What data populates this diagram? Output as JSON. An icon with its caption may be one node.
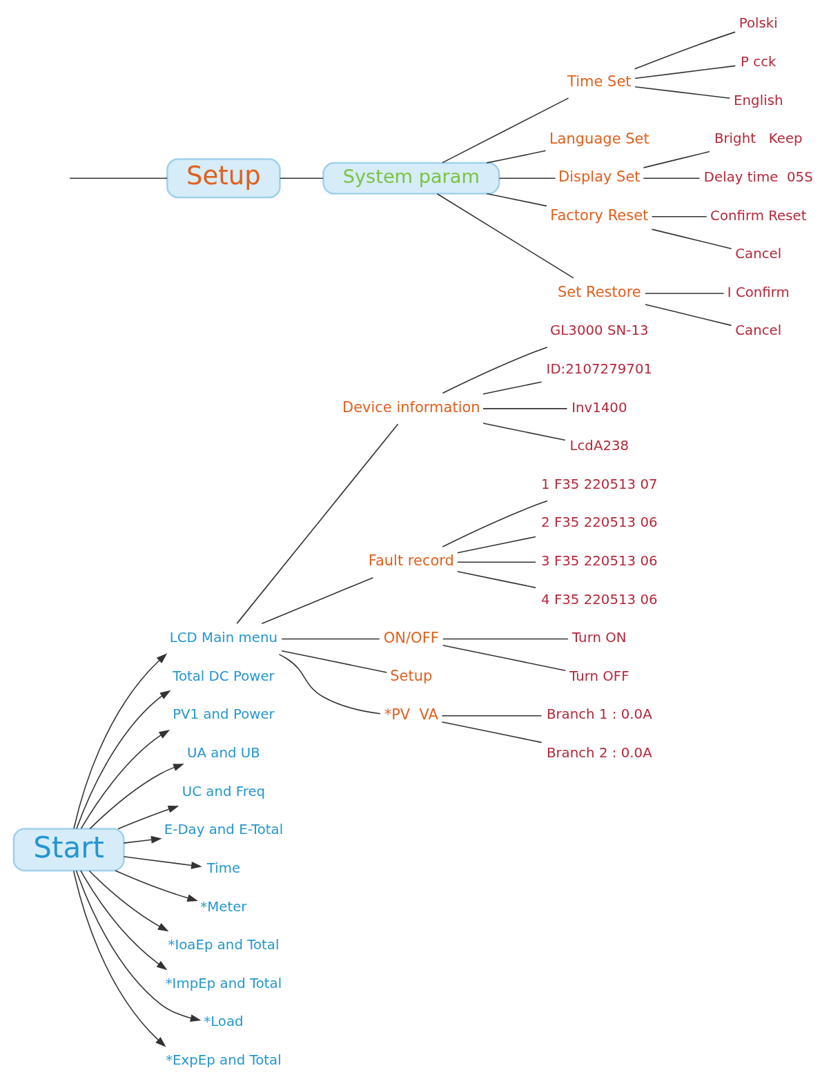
{
  "diagram": {
    "nodes": [
      {
        "text": [
          "Start"
        ]
      },
      {
        "text": [
          "LCD Main menu"
        ]
      },
      {
        "text": [
          "Total DC Power"
        ]
      },
      {
        "text": [
          "PV1 and Power"
        ]
      },
      {
        "text": [
          "UA and UB"
        ]
      },
      {
        "text": [
          "UC and Freq"
        ]
      },
      {
        "text": [
          "E-Day and E-Total"
        ]
      },
      {
        "text": [
          "Time"
        ]
      },
      {
        "text": [
          "*Meter"
        ]
      },
      {
        "text": [
          "*IoaEp and Total"
        ]
      },
      {
        "text": [
          "*ImpEp and Total"
        ]
      },
      {
        "text": [
          "*Load"
        ]
      },
      {
        "text": [
          "*ExpEp and Total"
        ]
      },
      {
        "text": [
          "Device information"
        ]
      },
      {
        "text": [
          "GL3000 SN-13"
        ]
      },
      {
        "text": [
          "ID:2107279701"
        ]
      },
      {
        "text": [
          "Inv1400"
        ]
      },
      {
        "text": [
          "LcdA238"
        ]
      },
      {
        "text": [
          "Fault record"
        ]
      },
      {
        "text": [
          "1 F35 220513 07"
        ]
      },
      {
        "text": [
          "2 F35 220513 06"
        ]
      },
      {
        "text": [
          "3 F35 220513 06"
        ]
      },
      {
        "text": [
          "4 F35 220513 06"
        ]
      },
      {
        "text": [
          "ON/OFF"
        ]
      },
      {
        "text": [
          "Turn ON"
        ]
      },
      {
        "text": [
          "Turn OFF"
        ]
      },
      {
        "text": [
          "Setup"
        ]
      },
      {
        "text": [
          "*PV  VA"
        ]
      },
      {
        "text": [
          "Branch 1 : 0.0A"
        ]
      },
      {
        "text": [
          "Branch 2 : 0.0A"
        ]
      },
      {
        "text": [
          "Setup"
        ]
      },
      {
        "text": [
          "System param"
        ]
      },
      {
        "text": [
          "Time Set"
        ]
      },
      {
        "text": [
          "Polski"
        ]
      },
      {
        "text": [
          "P cck"
        ]
      },
      {
        "text": [
          "English"
        ]
      },
      {
        "text": [
          "Language Set"
        ]
      },
      {
        "text": [
          "Display Set"
        ]
      },
      {
        "text": [
          "Bright   Keep"
        ]
      },
      {
        "text": [
          "Delay time  05S"
        ]
      },
      {
        "text": [
          "Factory Reset"
        ]
      },
      {
        "text": [
          "Confirm Reset"
        ]
      },
      {
        "text": [
          "Cancel"
        ]
      },
      {
        "text": [
          "Set Restore"
        ]
      },
      {
        "text": [
          "I Confirm"
        ]
      },
      {
        "text": [
          "Cancel"
        ]
      }
    ],
    "edges": [
      {
        "from": 0,
        "to": 1,
        "arrow": "to"
      },
      {
        "from": 0,
        "to": 2,
        "arrow": "to"
      },
      {
        "from": 0,
        "to": 3,
        "arrow": "to"
      },
      {
        "from": 0,
        "to": 4,
        "arrow": "to"
      },
      {
        "from": 0,
        "to": 5,
        "arrow": "to"
      },
      {
        "from": 0,
        "to": 6,
        "arrow": "to"
      },
      {
        "from": 0,
        "to": 7,
        "arrow": "to"
      },
      {
        "from": 0,
        "to": 8,
        "arrow": "to"
      },
      {
        "from": 0,
        "to": 9,
        "arrow": "to"
      },
      {
        "from": 0,
        "to": 10,
        "arrow": "to"
      },
      {
        "from": 0,
        "to": 11,
        "arrow": "to"
      },
      {
        "from": 0,
        "to": 12,
        "arrow": "to"
      },
      {
        "from": 1,
        "to": 13,
        "arrow": "none"
      },
      {
        "from": 1,
        "to": 18,
        "arrow": "none"
      },
      {
        "from": 1,
        "to": 23,
        "arrow": "none"
      },
      {
        "from": 1,
        "to": 26,
        "arrow": "none"
      },
      {
        "from": 1,
        "to": 27,
        "arrow": "none"
      },
      {
        "from": 13,
        "to": 14,
        "arrow": "none"
      },
      {
        "from": 13,
        "to": 15,
        "arrow": "none"
      },
      {
        "from": 13,
        "to": 16,
        "arrow": "none"
      },
      {
        "from": 13,
        "to": 17,
        "arrow": "none"
      },
      {
        "from": 18,
        "to": 19,
        "arrow": "none"
      },
      {
        "from": 18,
        "to": 20,
        "arrow": "none"
      },
      {
        "from": 18,
        "to": 21,
        "arrow": "none"
      },
      {
        "from": 18,
        "to": 22,
        "arrow": "none"
      },
      {
        "from": 23,
        "to": 24,
        "arrow": "none"
      },
      {
        "from": 23,
        "to": 25,
        "arrow": "none"
      },
      {
        "from": 27,
        "to": 28,
        "arrow": "none"
      },
      {
        "from": 27,
        "to": 29,
        "arrow": "none"
      },
      {
        "from": null,
        "to": 30,
        "arrow": "none"
      },
      {
        "from": 30,
        "to": 31,
        "arrow": "none"
      },
      {
        "from": 31,
        "to": 32,
        "arrow": "none"
      },
      {
        "from": 31,
        "to": 36,
        "arrow": "none"
      },
      {
        "from": 31,
        "to": 37,
        "arrow": "none"
      },
      {
        "from": 31,
        "to": 40,
        "arrow": "none"
      },
      {
        "from": 31,
        "to": 43,
        "arrow": "none"
      },
      {
        "from": 32,
        "to": 33,
        "arrow": "none"
      },
      {
        "from": 32,
        "to": 34,
        "arrow": "none"
      },
      {
        "from": 32,
        "to": 35,
        "arrow": "none"
      },
      {
        "from": 37,
        "to": 38,
        "arrow": "none"
      },
      {
        "from": 37,
        "to": 39,
        "arrow": "none"
      },
      {
        "from": 40,
        "to": 41,
        "arrow": "none"
      },
      {
        "from": 40,
        "to": 42,
        "arrow": "none"
      },
      {
        "from": 43,
        "to": 44,
        "arrow": "none"
      },
      {
        "from": 43,
        "to": 45,
        "arrow": "none"
      }
    ]
  }
}
